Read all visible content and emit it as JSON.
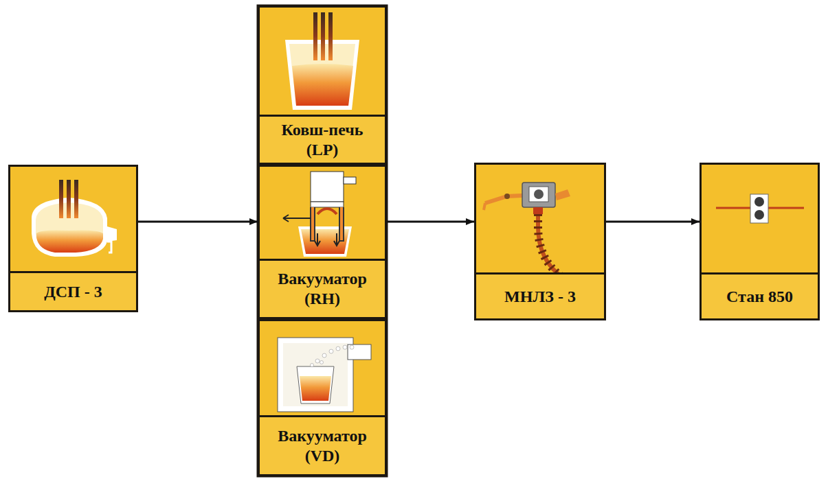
{
  "diagram": {
    "nodes": [
      {
        "text": [
          "ДСП - 3"
        ]
      },
      {
        "text": [
          "Ковш-печь (LP)"
        ]
      },
      {
        "text": [
          "Вакууматор (RH)"
        ]
      },
      {
        "text": [
          "Вакууматор (VD)"
        ]
      },
      {
        "text": [
          "МНЛЗ - 3"
        ]
      },
      {
        "text": [
          "Стан 850"
        ]
      }
    ],
    "edges": [
      {
        "from": 0,
        "to": 2,
        "arrow": "to"
      },
      {
        "from": 2,
        "to": 4,
        "arrow": "to"
      },
      {
        "from": 4,
        "to": 5,
        "arrow": "to"
      }
    ]
  }
}
